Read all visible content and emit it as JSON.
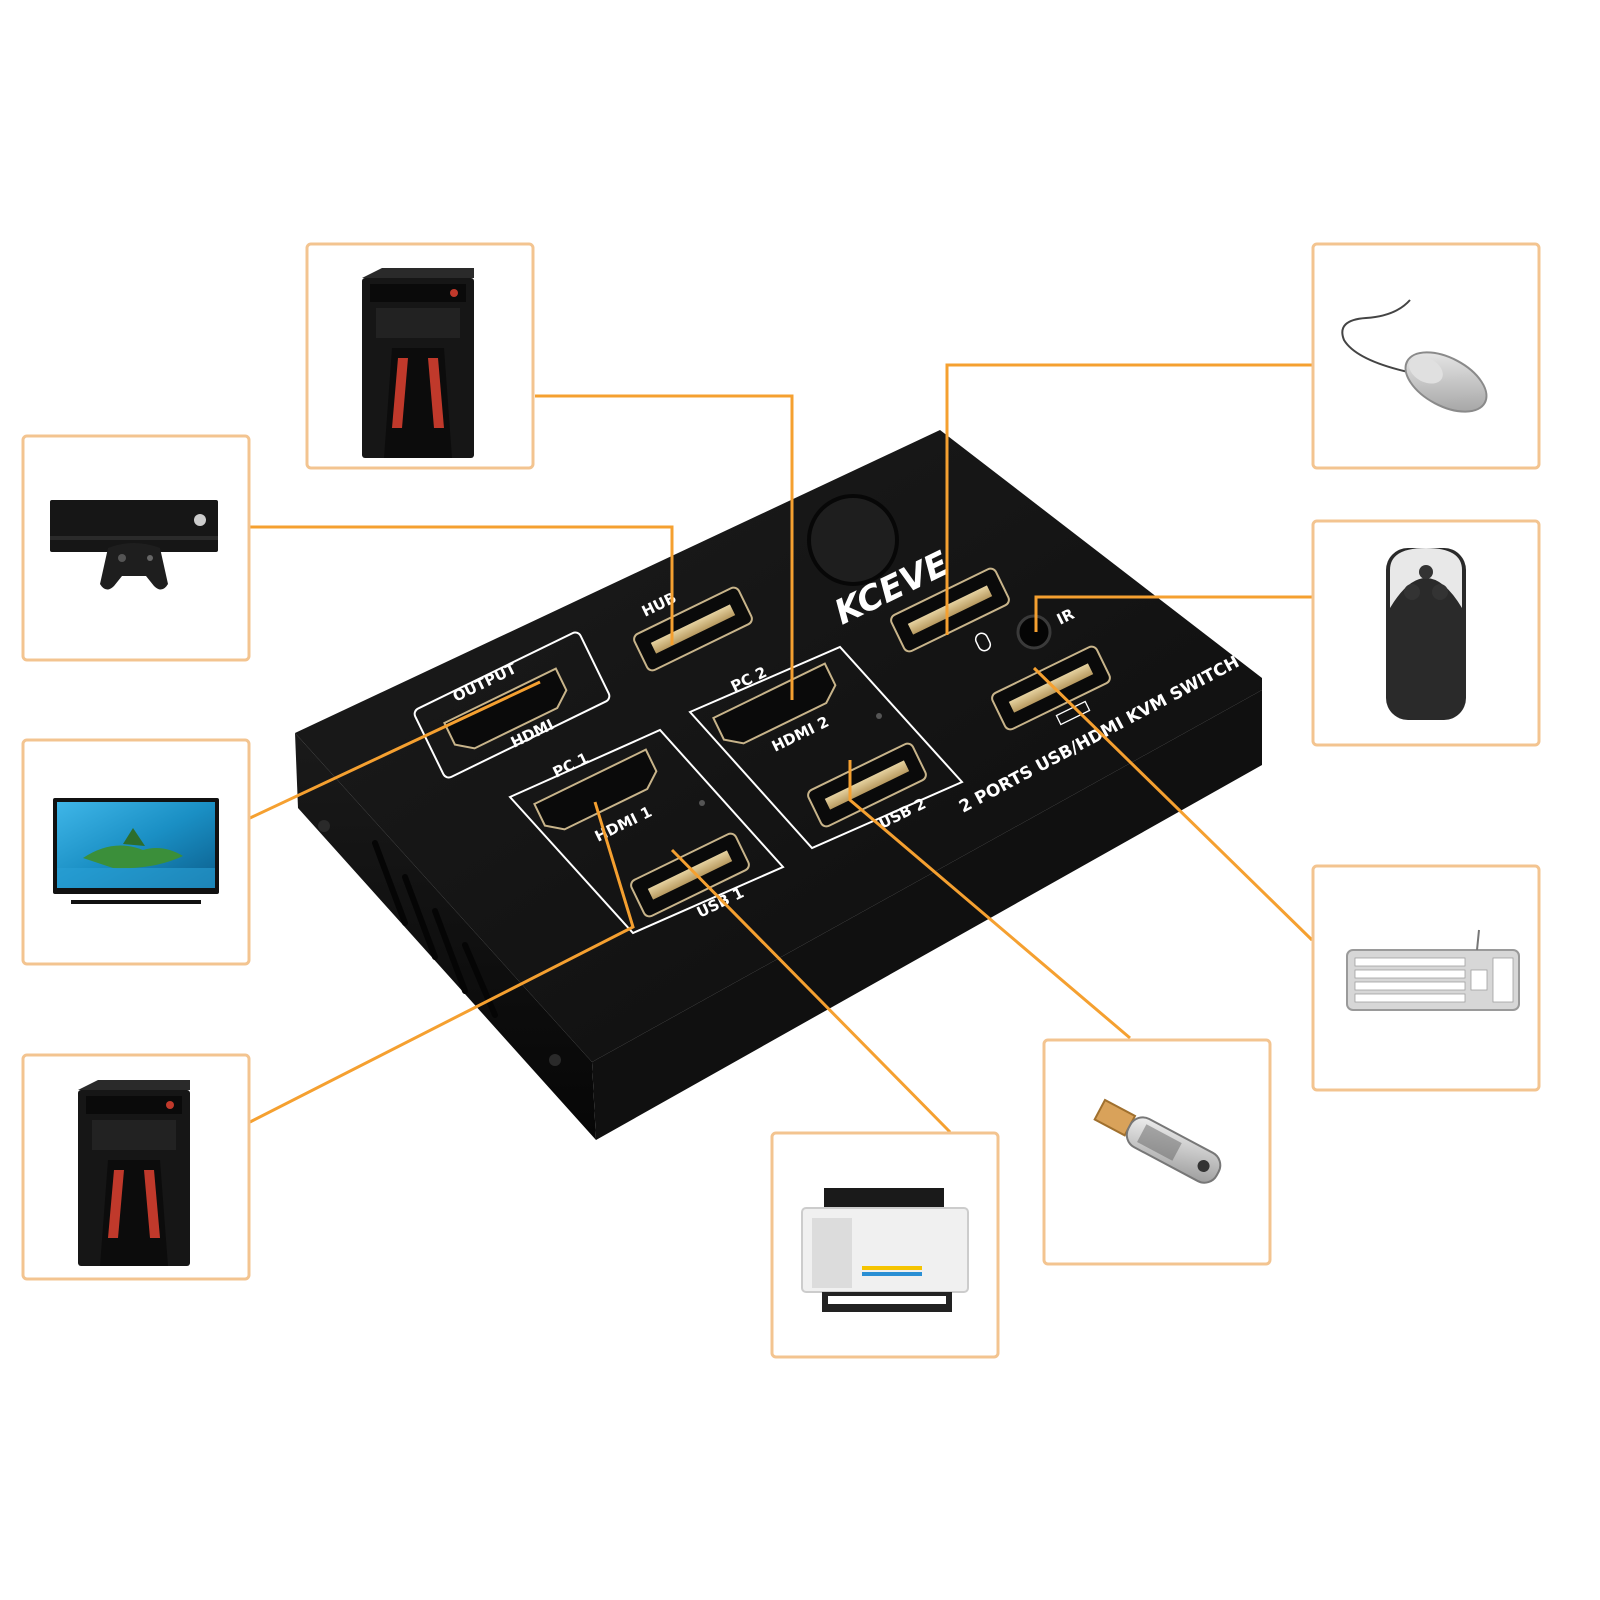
{
  "brand": {
    "logo": "KCEVE"
  },
  "product": {
    "name": "2 PORTS USB/HDMI KVM SWITCH"
  },
  "ports": {
    "hub": "HUB",
    "output": "OUTPUT",
    "output_hdmi": "HDMI",
    "pc1": "PC 1",
    "hdmi1": "HDMI 1",
    "usb1": "USB 1",
    "pc2": "PC 2",
    "hdmi2": "HDMI 2",
    "usb2": "USB 2",
    "ir": "IR"
  },
  "colors": {
    "connector": "#f5a030",
    "box_border": "#f3c490",
    "device_body": "#161616"
  },
  "devices": [
    {
      "icon": "desktop-tower-icon"
    },
    {
      "icon": "game-console-icon"
    },
    {
      "icon": "tv-monitor-icon"
    },
    {
      "icon": "desktop-tower-icon"
    },
    {
      "icon": "printer-icon"
    },
    {
      "icon": "usb-flash-drive-icon"
    },
    {
      "icon": "keyboard-icon"
    },
    {
      "icon": "remote-control-icon"
    },
    {
      "icon": "mouse-icon"
    }
  ]
}
